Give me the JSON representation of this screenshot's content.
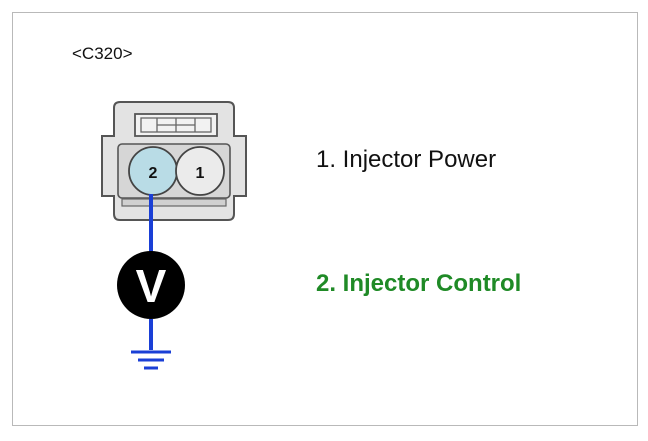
{
  "connector": {
    "id": "<C320>"
  },
  "pins": {
    "pin1": {
      "number": "1",
      "label": "1. Injector Power"
    },
    "pin2": {
      "number": "2",
      "label": "2. Injector Control"
    }
  },
  "meter": {
    "symbol": "V"
  },
  "colors": {
    "probe_wire": "#1a3fd6",
    "pin2_fill": "#b9dce6",
    "control_label": "#1f8a26",
    "connector_body": "#e3e3e3",
    "meter_body": "#000000"
  },
  "icons": {
    "connector": "connector-icon",
    "voltmeter": "voltmeter-icon",
    "ground": "ground-icon"
  }
}
